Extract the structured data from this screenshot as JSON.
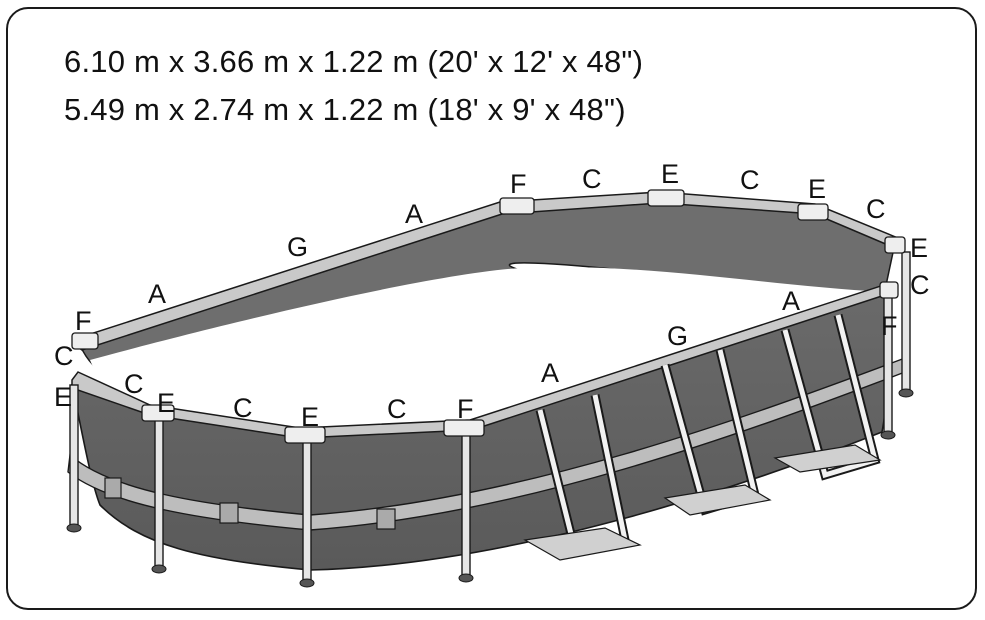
{
  "dimensions": [
    "6.10 m x 3.66 m x 1.22 m (20' x 12' x 48\")",
    "5.49 m x 2.74 m x 1.22 m (18' x 9' x 48\")"
  ],
  "part_labels": {
    "A": "A",
    "C": "C",
    "E": "E",
    "F": "F",
    "G": "G"
  },
  "colors": {
    "wall": "#666666",
    "inner_wall": "#6e6e6e",
    "rail": "#c9c9c9",
    "strap": "#bdbdbd",
    "outline": "#1a1a1a"
  }
}
